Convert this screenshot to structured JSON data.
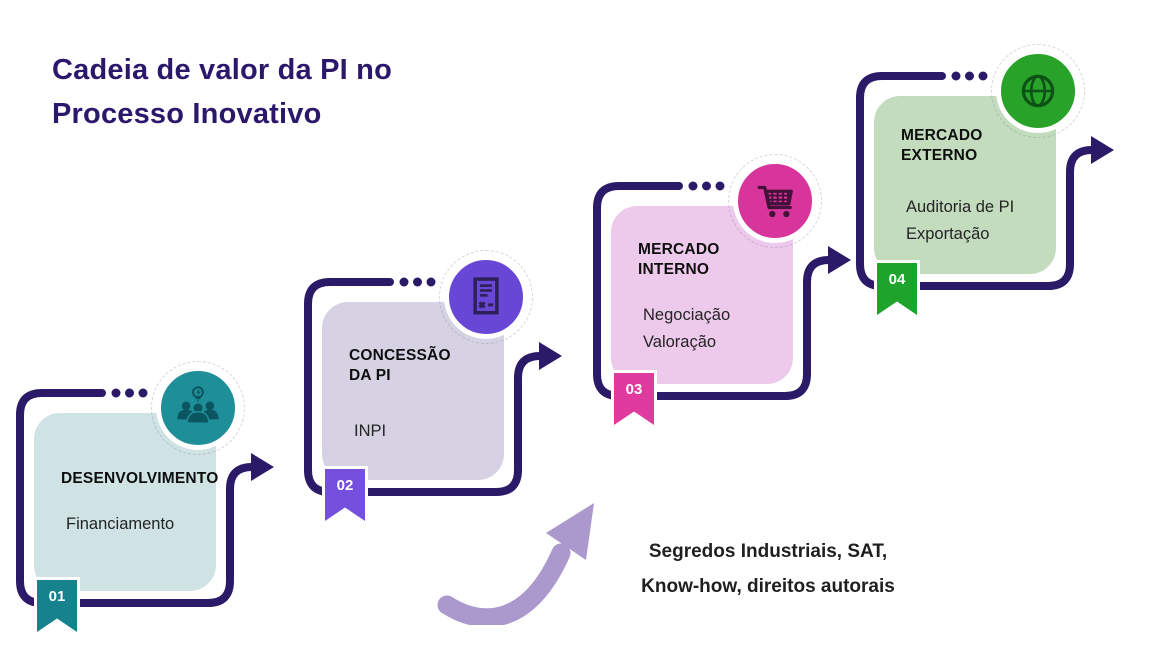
{
  "title": {
    "line1": "Cadeia de valor da PI no",
    "line2": "Processo Inovativo"
  },
  "steps": [
    {
      "number": "01",
      "title": "DESENVOLVIMENTO",
      "line1": "Financiamento",
      "icon": "team-idea-icon",
      "card_bg": "#cfe2e4",
      "circle_color": "#1e8e99",
      "badge_color": "#15828e"
    },
    {
      "number": "02",
      "title": "CONCESSÃO DA PI",
      "line1": "INPI",
      "icon": "patent-document-icon",
      "card_bg": "#d6d2e4",
      "circle_color": "#6847d6",
      "badge_color": "#7450dd"
    },
    {
      "number": "03",
      "title": "MERCADO INTERNO",
      "line1": "Negociação",
      "line2": "Valoração",
      "icon": "shopping-cart-icon",
      "card_bg": "#edc9eb",
      "circle_color": "#d8359c",
      "badge_color": "#e03a9f"
    },
    {
      "number": "04",
      "title": "MERCADO EXTERNO",
      "line1": "Auditoria de PI",
      "line2": "Exportação",
      "icon": "globe-icon",
      "card_bg": "#c3dcbe",
      "circle_color": "#28a228",
      "badge_color": "#1ea32c"
    }
  ],
  "annotation": {
    "line1": "Segredos Industriais, SAT,",
    "line2": "Know-how, direitos autorais"
  },
  "colors": {
    "connector": "#2b1a68",
    "title_text": "#2b186b",
    "annotation_arrow": "#ab98cd"
  }
}
